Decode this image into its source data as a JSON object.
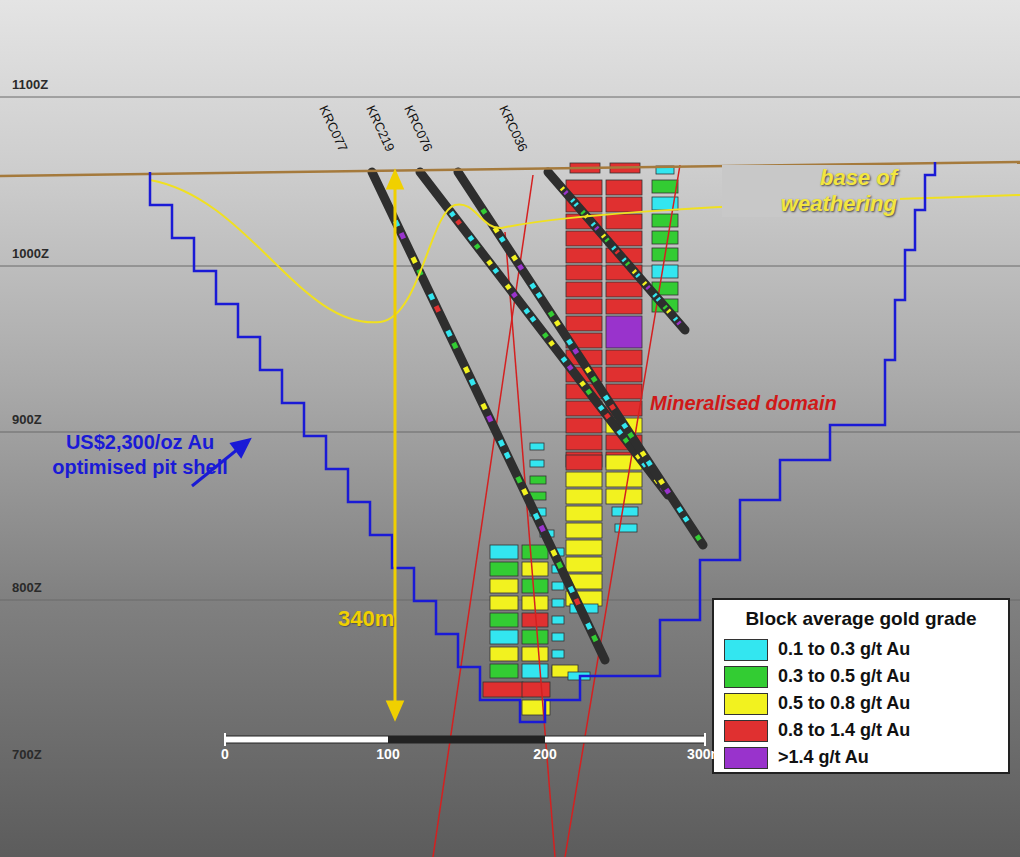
{
  "diagram": {
    "labels": [
      "1100Z",
      "1000Z",
      "900Z",
      "800Z",
      "700Z",
      "KRC077",
      "KRC219",
      "KRC076",
      "KRC036",
      "base of weathering",
      "Mineralised domain",
      "US$2,300/oz Au optimised pit shell",
      "340m",
      "0",
      "100",
      "200",
      "300m",
      "Block average gold grade"
    ],
    "legend": [
      {
        "text": "0.1 to 0.3 g/t Au",
        "color": "#33e6f0"
      },
      {
        "text": "0.3 to 0.5 g/t Au",
        "color": "#33cc33"
      },
      {
        "text": "0.5 to 0.8 g/t Au",
        "color": "#f2f21f"
      },
      {
        "text": "0.8 to 1.4 g/t Au",
        "color": "#e03030"
      },
      {
        "text": ">1.4 g/t Au",
        "color": "#9933cc"
      }
    ]
  }
}
